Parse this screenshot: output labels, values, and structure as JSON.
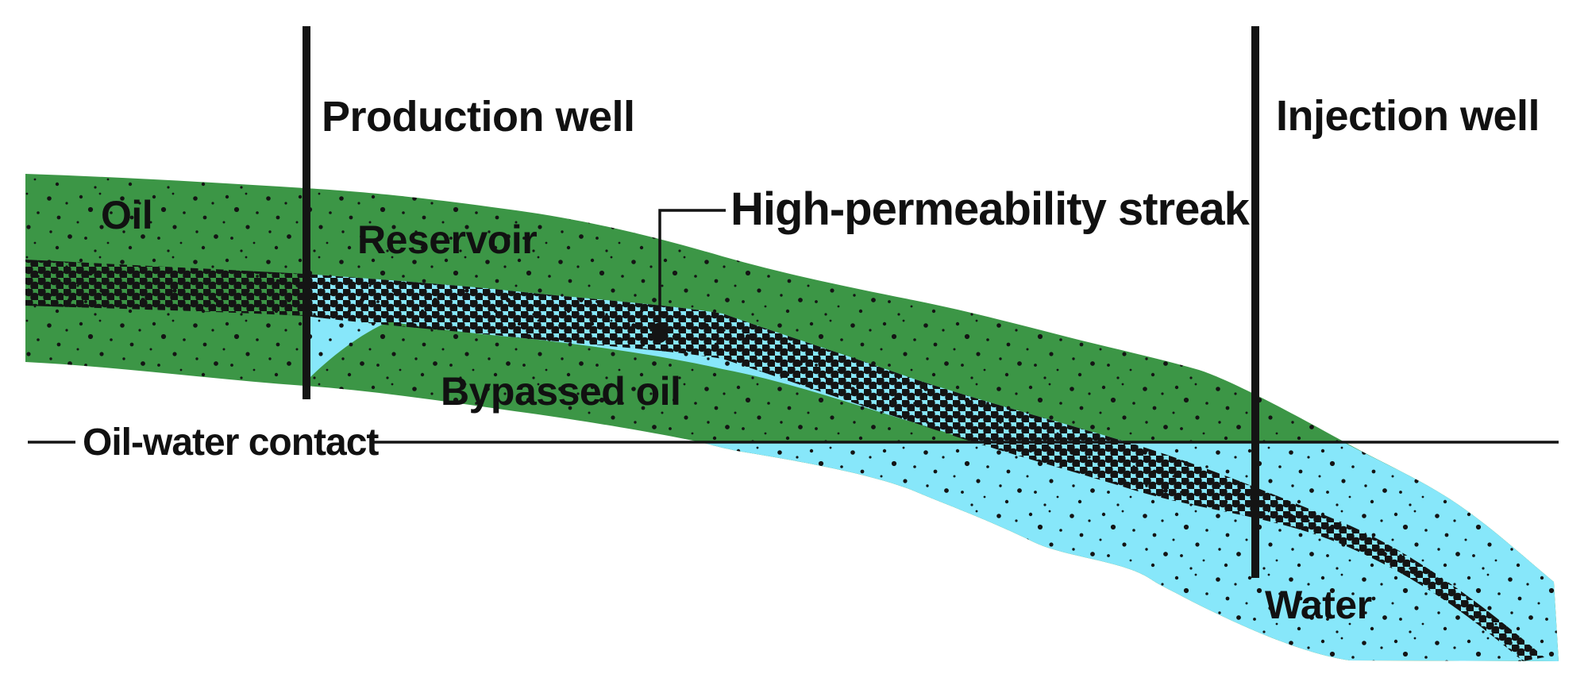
{
  "labels": {
    "production_well": "Production well",
    "injection_well": "Injection well",
    "high_perm_streak": "High-permeability streak",
    "oil": "Oil",
    "reservoir": "Reservoir",
    "bypassed_oil": "Bypassed oil",
    "oil_water_contact": "Oil-water contact",
    "water": "Water"
  },
  "colors": {
    "oil_green": "#3C9646",
    "water_cyan": "#87E7FA",
    "ink": "#141414",
    "background": "#FFFFFF"
  },
  "legend": {
    "green_region_means": "Oil",
    "cyan_region_means": "Water",
    "large_dot_band_means": "High-permeability streak",
    "wells": [
      "Production well",
      "Injection well"
    ]
  }
}
